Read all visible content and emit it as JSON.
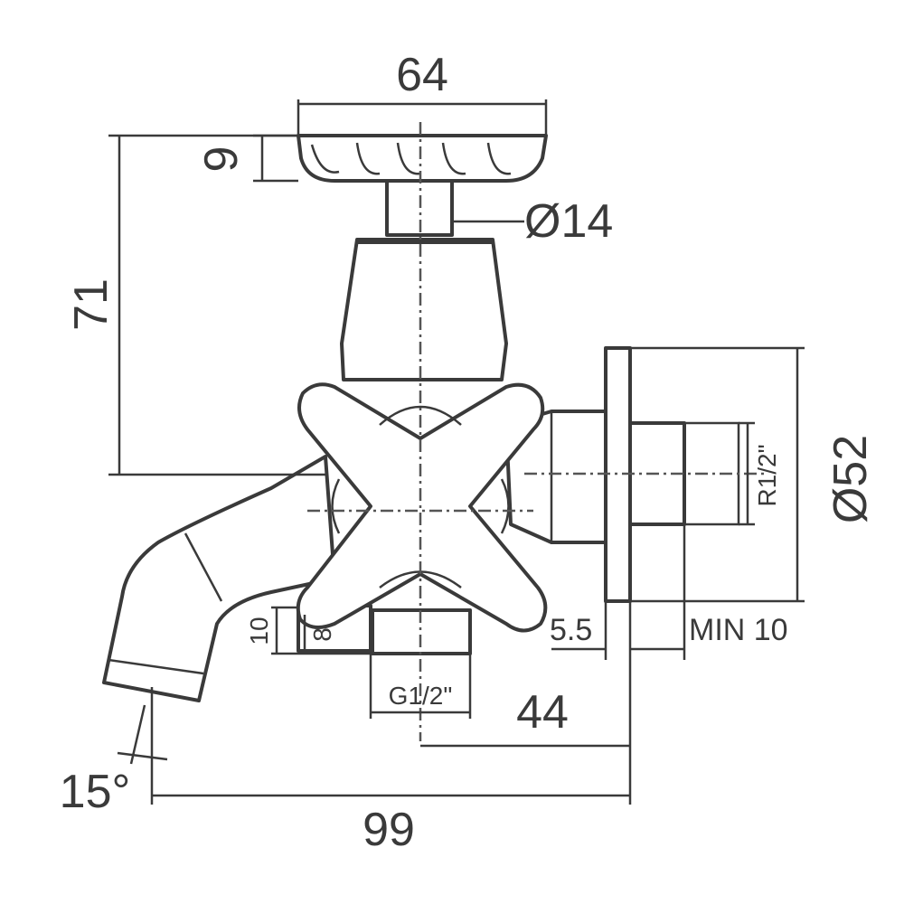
{
  "dimensions": {
    "handle_width": "64",
    "handle_height": "9",
    "stem_diameter": "Ø14",
    "total_height": "71",
    "flange_diameter": "Ø52",
    "inlet_thread": "R1/2\"",
    "outlet_height_outer": "10",
    "outlet_height_inner": "8",
    "outlet_thread": "G1/2\"",
    "flange_thickness": "5.5",
    "thread_min": "MIN 10",
    "axis_to_wall": "44",
    "spout_angle": "15°",
    "total_length": "99"
  }
}
